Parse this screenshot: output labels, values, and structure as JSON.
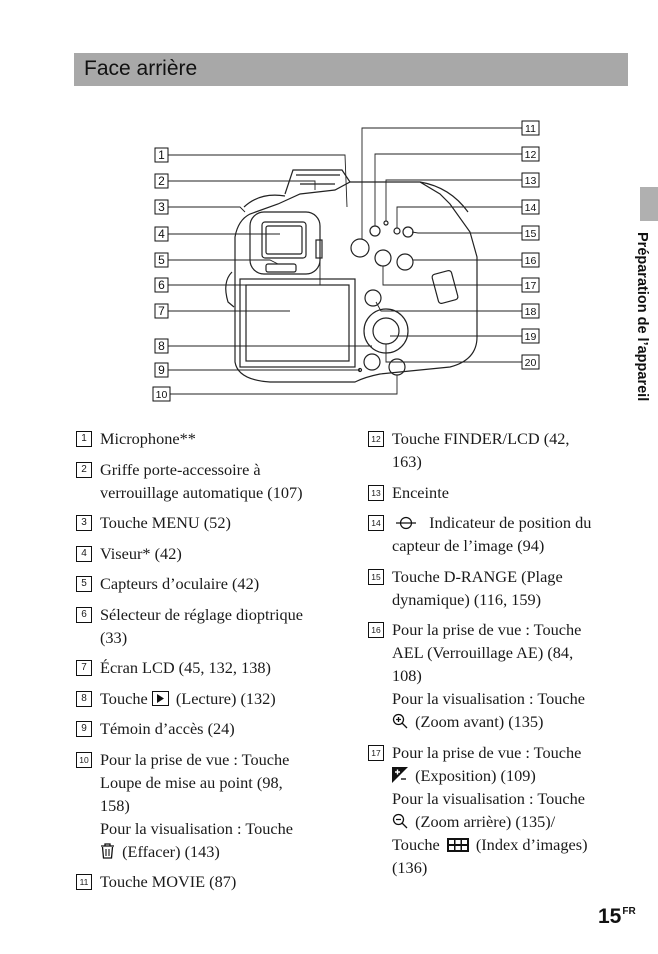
{
  "header": {
    "title": "Face arrière"
  },
  "side_label": "Préparation de l’appareil",
  "page": {
    "number": "15",
    "suffix": "FR"
  },
  "diagram_labels": [
    "1",
    "2",
    "3",
    "4",
    "5",
    "6",
    "7",
    "8",
    "9",
    "10",
    "11",
    "12",
    "13",
    "14",
    "15",
    "16",
    "17",
    "18",
    "19",
    "20"
  ],
  "entries_left": [
    {
      "num": "1",
      "lines": [
        "Microphone**"
      ]
    },
    {
      "num": "2",
      "lines": [
        "Griffe porte-accessoire à",
        "verrouillage automatique (107)"
      ]
    },
    {
      "num": "3",
      "lines": [
        "Touche MENU (52)"
      ]
    },
    {
      "num": "4",
      "lines": [
        "Viseur* (42)"
      ]
    },
    {
      "num": "5",
      "lines": [
        "Capteurs d’oculaire (42)"
      ]
    },
    {
      "num": "6",
      "lines": [
        "Sélecteur de réglage dioptrique",
        "(33)"
      ]
    },
    {
      "num": "7",
      "lines": [
        "Écran LCD (45, 132, 138)"
      ]
    },
    {
      "num": "8",
      "lines": [
        "Touche",
        "(Lecture) (132)"
      ]
    },
    {
      "num": "9",
      "lines": [
        "Témoin d’accès (24)"
      ]
    },
    {
      "num": "10",
      "lines": [
        "Pour la prise de vue : Touche",
        "Loupe de mise au point (98,",
        "158)",
        "Pour la visualisation :  Touche",
        "(Effacer) (143)"
      ]
    },
    {
      "num": "11",
      "lines": [
        "Touche MOVIE (87)"
      ]
    }
  ],
  "entries_right": [
    {
      "num": "12",
      "lines": [
        "Touche FINDER/LCD (42,",
        "163)"
      ]
    },
    {
      "num": "13",
      "lines": [
        "Enceinte"
      ]
    },
    {
      "num": "14",
      "lines": [
        "Indicateur de position du",
        "capteur de l’image  (94)"
      ]
    },
    {
      "num": "15",
      "lines": [
        "Touche D-RANGE (Plage",
        "dynamique) (116, 159)"
      ]
    },
    {
      "num": "16",
      "lines": [
        "Pour la prise de vue : Touche",
        "AEL (Verrouillage AE) (84,",
        "108)",
        "Pour la visualisation :  Touche",
        "(Zoom avant) (135)"
      ]
    },
    {
      "num": "17",
      "lines": [
        "Pour la prise de vue :  Touche",
        "(Exposition)  (109)",
        "Pour la visualisation : Touche",
        "(Zoom arrière) (135)/",
        "Touche",
        "(Index d’images)",
        "(136)"
      ]
    }
  ]
}
